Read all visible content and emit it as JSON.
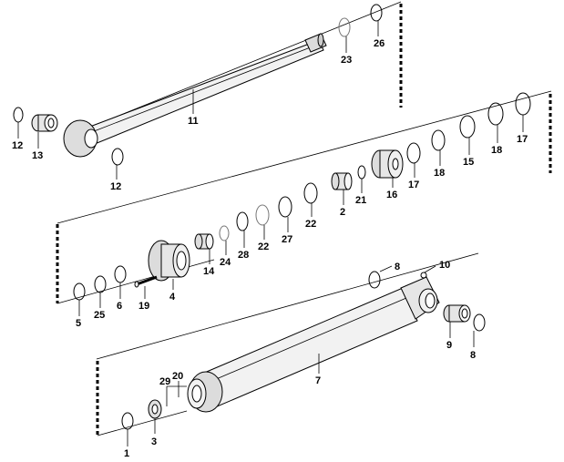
{
  "callouts": [
    {
      "id": "c26",
      "text": "26"
    },
    {
      "id": "c23",
      "text": "23"
    },
    {
      "id": "c11",
      "text": "11"
    },
    {
      "id": "c12a",
      "text": "12"
    },
    {
      "id": "c13",
      "text": "13"
    },
    {
      "id": "c12b",
      "text": "12"
    },
    {
      "id": "c17a",
      "text": "17"
    },
    {
      "id": "c18a",
      "text": "18"
    },
    {
      "id": "c15",
      "text": "15"
    },
    {
      "id": "c18b",
      "text": "18"
    },
    {
      "id": "c17b",
      "text": "17"
    },
    {
      "id": "c16",
      "text": "16"
    },
    {
      "id": "c21",
      "text": "21"
    },
    {
      "id": "c2",
      "text": "2"
    },
    {
      "id": "c22a",
      "text": "22"
    },
    {
      "id": "c27",
      "text": "27"
    },
    {
      "id": "c22b",
      "text": "22"
    },
    {
      "id": "c28",
      "text": "28"
    },
    {
      "id": "c24",
      "text": "24"
    },
    {
      "id": "c14",
      "text": "14"
    },
    {
      "id": "c4",
      "text": "4"
    },
    {
      "id": "c19",
      "text": "19"
    },
    {
      "id": "c6",
      "text": "6"
    },
    {
      "id": "c25",
      "text": "25"
    },
    {
      "id": "c5",
      "text": "5"
    },
    {
      "id": "c8a",
      "text": "8"
    },
    {
      "id": "c10",
      "text": "10"
    },
    {
      "id": "c9",
      "text": "9"
    },
    {
      "id": "c8b",
      "text": "8"
    },
    {
      "id": "c7",
      "text": "7"
    },
    {
      "id": "c29",
      "text": "29"
    },
    {
      "id": "c20",
      "text": "20"
    },
    {
      "id": "c1",
      "text": "1"
    },
    {
      "id": "c3",
      "text": "3"
    }
  ]
}
